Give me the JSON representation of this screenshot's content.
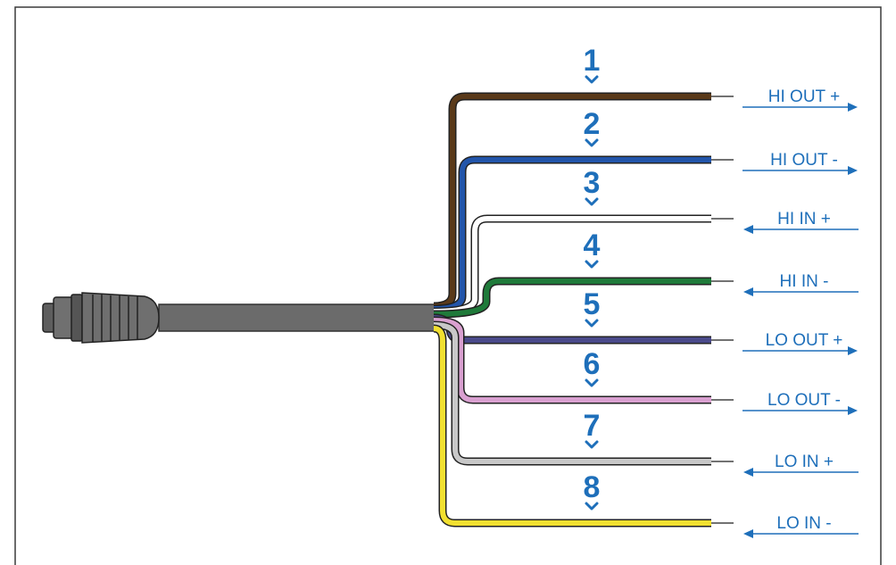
{
  "wires": [
    {
      "number": "1",
      "label": "HI OUT +",
      "color": "#5a3a1a",
      "direction": "out"
    },
    {
      "number": "2",
      "label": "HI OUT -",
      "color": "#2255aa",
      "direction": "out"
    },
    {
      "number": "3",
      "label": "HI IN +",
      "color": "#ffffff",
      "direction": "in"
    },
    {
      "number": "4",
      "label": "HI IN -",
      "color": "#1f7a3a",
      "direction": "in"
    },
    {
      "number": "5",
      "label": "LO OUT +",
      "color": "#4a4a8a",
      "direction": "out"
    },
    {
      "number": "6",
      "label": "LO OUT -",
      "color": "#d9a0d0",
      "direction": "out"
    },
    {
      "number": "7",
      "label": "LO IN +",
      "color": "#c8c8c8",
      "direction": "in"
    },
    {
      "number": "8",
      "label": "LO IN -",
      "color": "#f2e030",
      "direction": "in"
    }
  ],
  "colors": {
    "accent": "#1e6fba",
    "cable": "#6b6b6b",
    "connector": "#6a6a6a"
  }
}
